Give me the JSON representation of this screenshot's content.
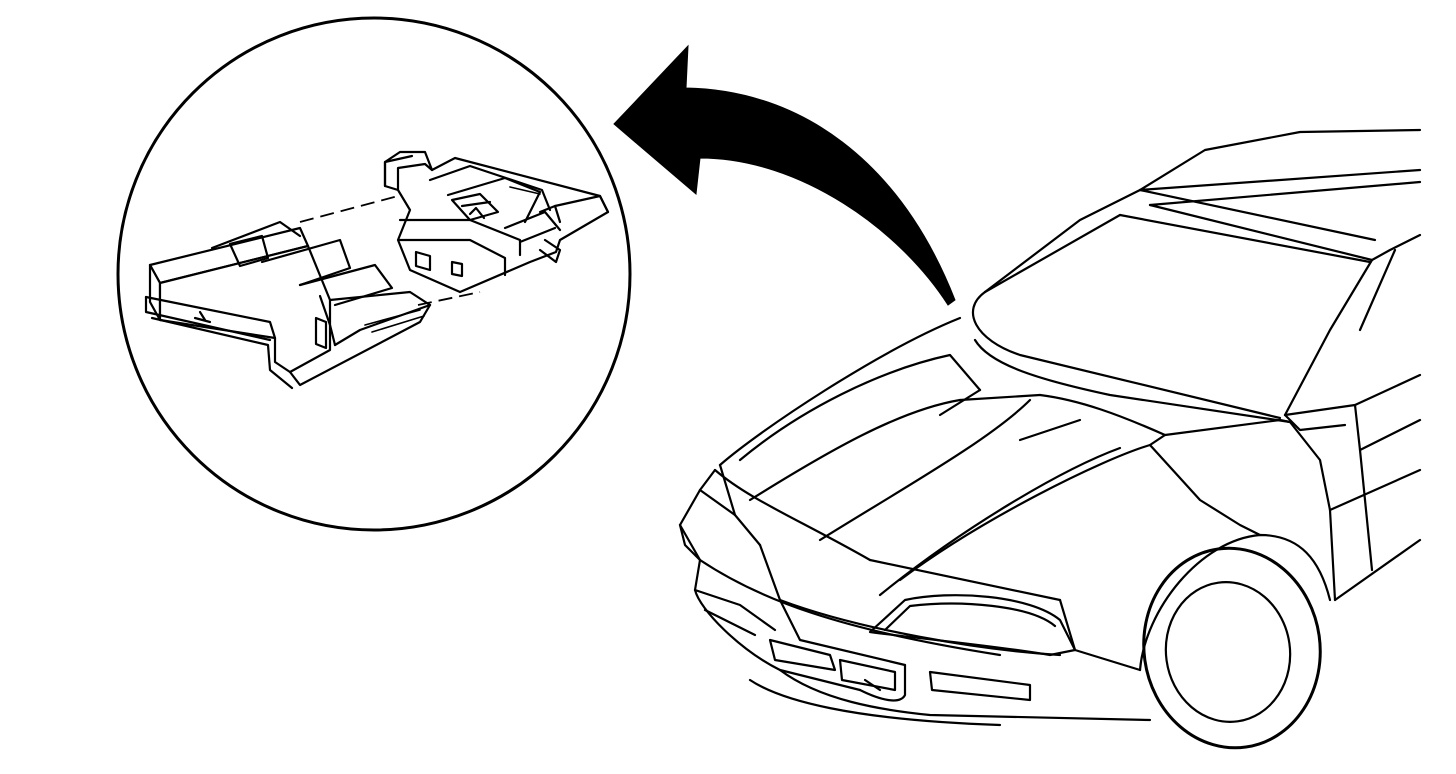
{
  "figure": {
    "line_color": "#000000",
    "background_color": "#ffffff",
    "components": {
      "detail_view": "control-module-detail",
      "pointer": "location-arrow",
      "vehicle": "vehicle-front-view"
    }
  }
}
